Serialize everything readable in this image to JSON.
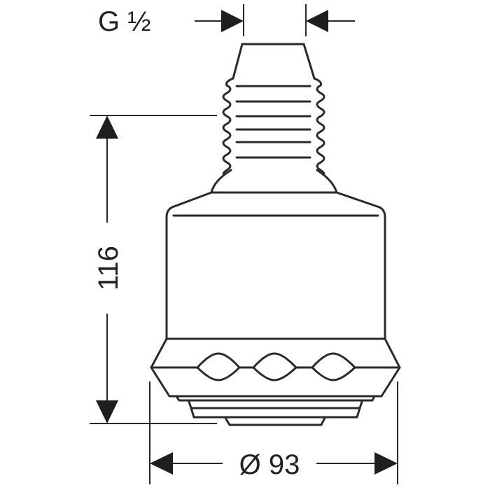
{
  "drawing": {
    "thread_label": "G ½",
    "height_label": "116",
    "diameter_label": "Ø 93"
  }
}
